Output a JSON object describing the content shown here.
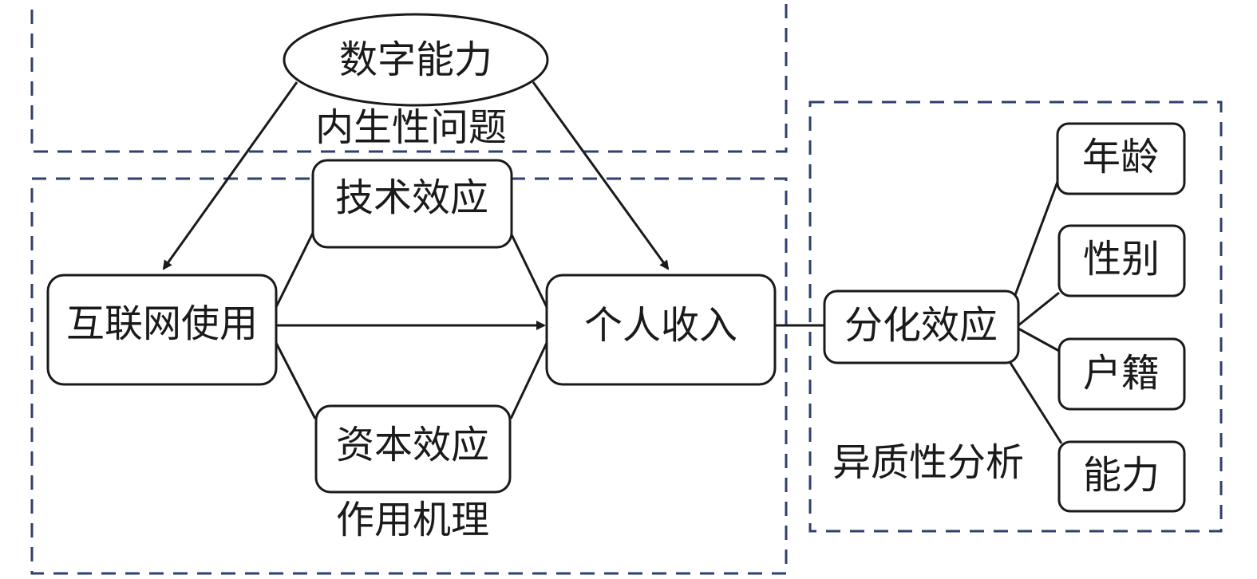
{
  "colors": {
    "dashed_border": "#2f3f6e",
    "stroke": "#1a1a1a",
    "background": "#ffffff"
  },
  "regions": {
    "endogeneity": "内生性问题",
    "mechanism": "作用机理",
    "heterogeneity": "异质性分析"
  },
  "nodes": {
    "digital_ability": "数字能力",
    "internet_use": "互联网使用",
    "tech_effect": "技术效应",
    "capital_effect": "资本效应",
    "personal_income": "个人收入",
    "divergence_effect": "分化效应",
    "age": "年龄",
    "gender": "性别",
    "hukou": "户籍",
    "ability": "能力"
  }
}
